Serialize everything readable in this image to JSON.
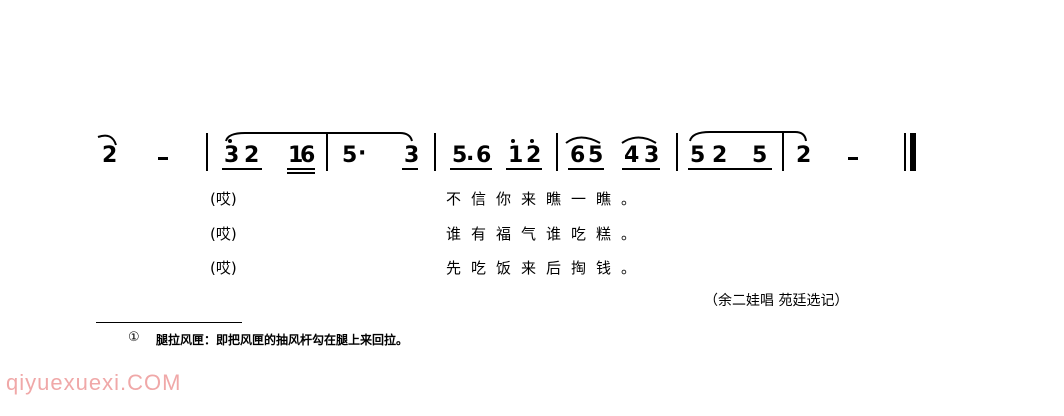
{
  "score": {
    "measures": [
      {
        "notes": [
          "2",
          "–"
        ]
      },
      {
        "notes": [
          "3",
          "2",
          "1",
          "6",
          "5",
          "·",
          "3"
        ]
      },
      {
        "notes": [
          "5",
          "6",
          "1",
          "2"
        ]
      },
      {
        "notes": [
          "6",
          "5",
          "4",
          "3"
        ]
      },
      {
        "notes": [
          "5",
          "2",
          "5",
          "2",
          "–"
        ]
      }
    ],
    "lyrics": [
      {
        "interjection": "(哎)",
        "text": "不信你来瞧一瞧。"
      },
      {
        "interjection": "(哎)",
        "text": "谁有福气谁吃糕。"
      },
      {
        "interjection": "(哎)",
        "text": "先吃饭来后掏钱。"
      }
    ],
    "attribution": "（余二娃唱  苑廷选记）"
  },
  "footnote": {
    "marker": "①",
    "text": "腿拉风匣：即把风匣的抽风杆勾在腿上来回拉。"
  },
  "watermark": "qiyuexuexi.COM"
}
